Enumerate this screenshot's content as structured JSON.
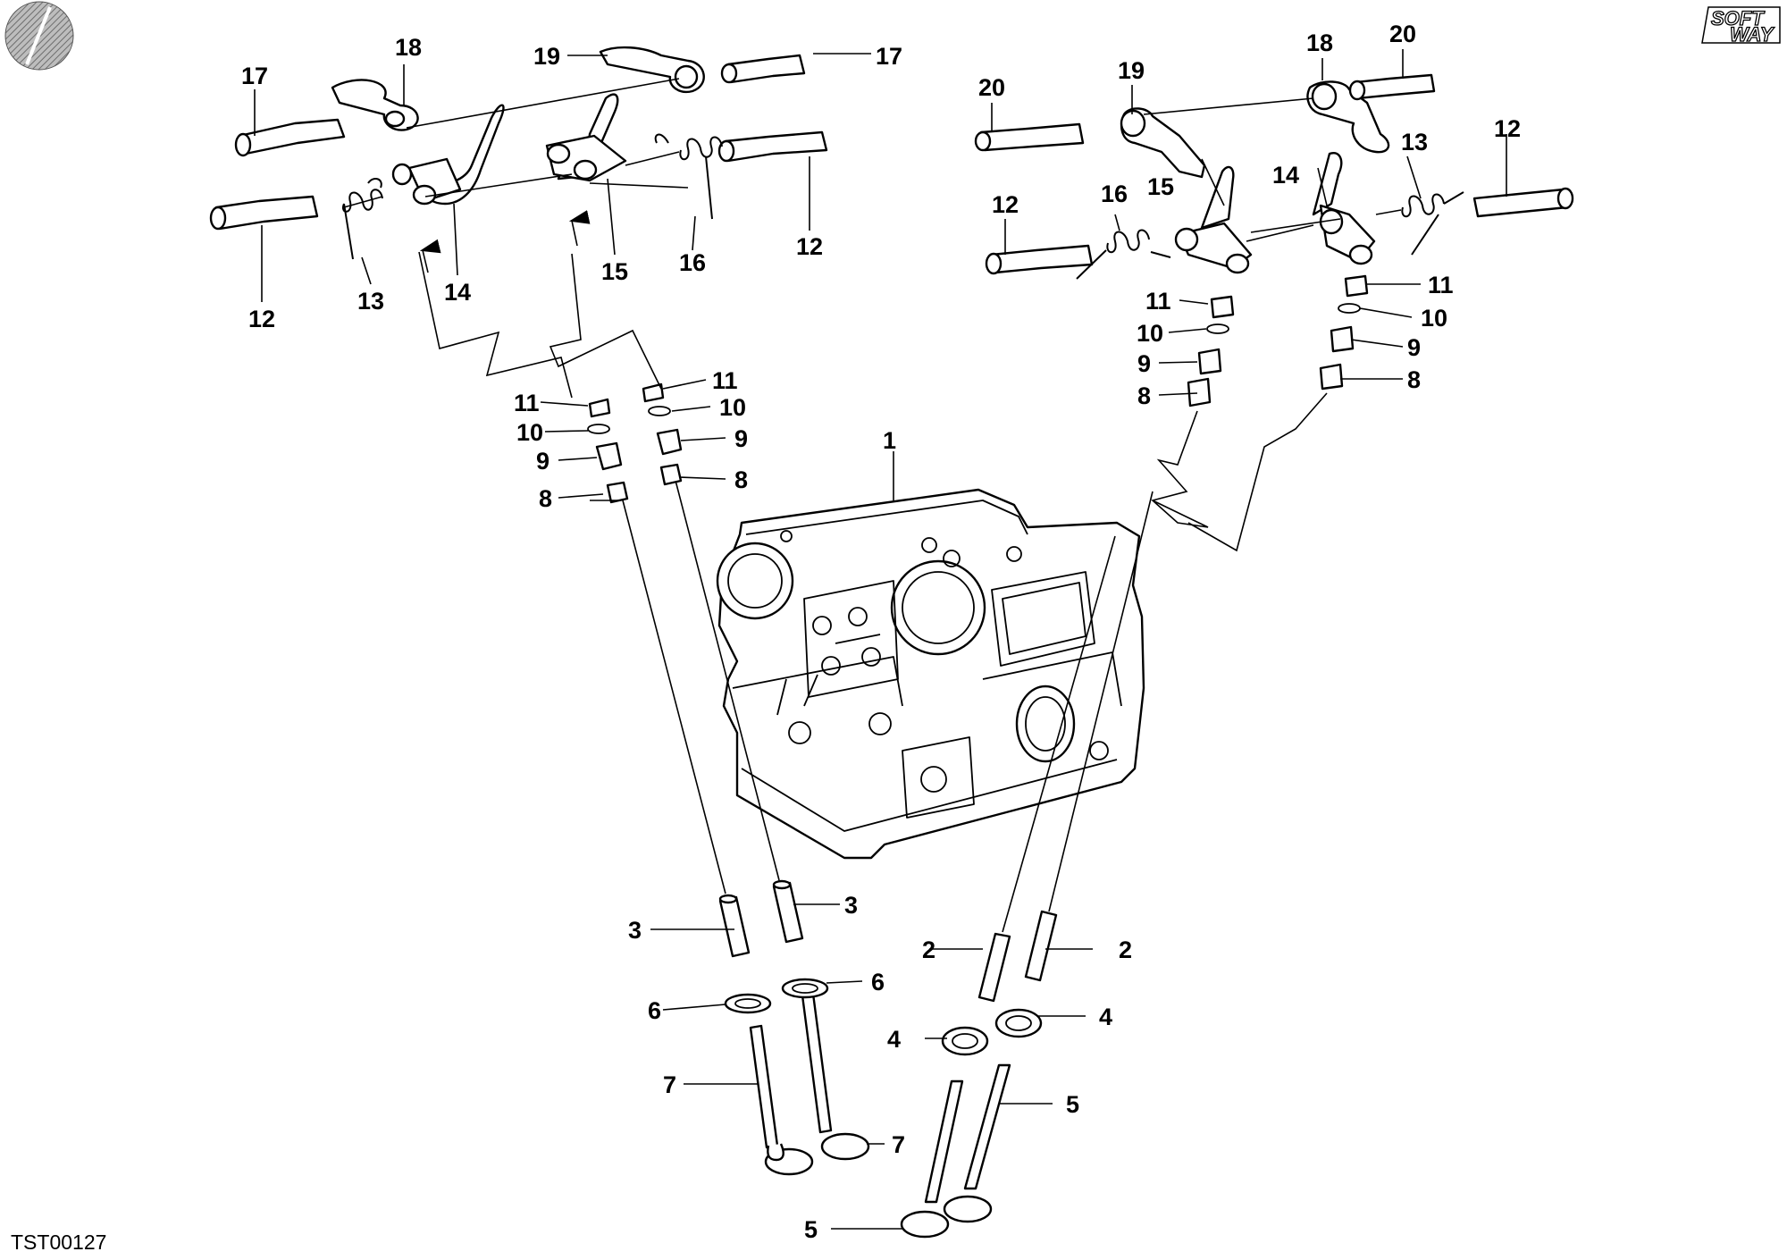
{
  "figure_code": "TST00127",
  "brand_logo": {
    "line1": "SOFT",
    "line2": "WAY",
    "icon": "softway-logo-icon"
  },
  "corner_icon": "circular-emblem-icon",
  "callouts": {
    "c1": "1",
    "c2a": "2",
    "c2b": "2",
    "c3a": "3",
    "c3b": "3",
    "c4a": "4",
    "c4b": "4",
    "c5a": "5",
    "c5b": "5",
    "c6a": "6",
    "c6b": "6",
    "c7a": "7",
    "c7b": "7",
    "c8a": "8",
    "c8b": "8",
    "c8c": "8",
    "c8d": "8",
    "c9a": "9",
    "c9b": "9",
    "c9c": "9",
    "c9d": "9",
    "c10a": "10",
    "c10b": "10",
    "c10c": "10",
    "c10d": "10",
    "c11a": "11",
    "c11b": "11",
    "c11c": "11",
    "c11d": "11",
    "c12a": "12",
    "c12b": "12",
    "c12c": "12",
    "c12d": "12",
    "c13a": "13",
    "c13b": "13",
    "c14a": "14",
    "c14b": "14",
    "c15a": "15",
    "c15b": "15",
    "c16a": "16",
    "c16b": "16",
    "c17a": "17",
    "c17b": "17",
    "c18a": "18",
    "c18b": "18",
    "c19a": "19",
    "c19b": "19",
    "c20a": "20",
    "c20b": "20"
  }
}
